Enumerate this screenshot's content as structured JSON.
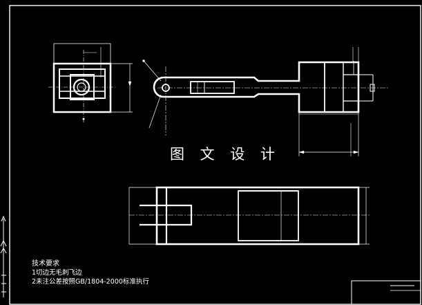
{
  "watermark": "图 文 设 计",
  "notes": {
    "title": "技术要求",
    "items": [
      "1切边无毛刺飞边",
      "2未注公差按照GB/1804-2000标准执行"
    ]
  },
  "colors": {
    "background": "#000000",
    "lines": "#ffffff"
  }
}
